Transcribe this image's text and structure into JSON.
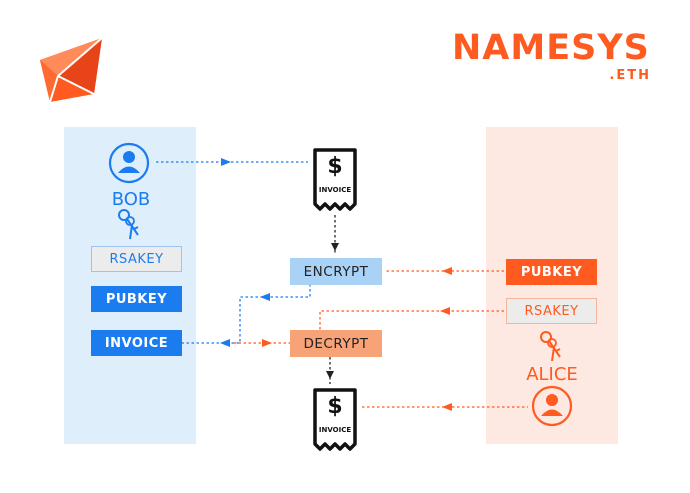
{
  "brand": {
    "name": "NAMESYS",
    "sub": ".ETH"
  },
  "bob": {
    "label": "BOB",
    "rsakey": "RSAKEY",
    "pubkey": "PUBKEY",
    "invoice": "INVOICE"
  },
  "alice": {
    "label": "ALICE",
    "pubkey": "PUBKEY",
    "rsakey": "RSAKEY"
  },
  "process": {
    "encrypt": "ENCRYPT",
    "decrypt": "DECRYPT",
    "invoice_top": "INVOICE",
    "invoice_bottom": "INVOICE"
  },
  "colors": {
    "blue": "#1b7cf0",
    "orange": "#ff5a1f",
    "bob_panel": "#deeefb",
    "alice_panel": "#fde9e2"
  },
  "icons": [
    "logo-icon",
    "user-icon",
    "key-icon",
    "receipt-icon",
    "arrow-icon"
  ]
}
